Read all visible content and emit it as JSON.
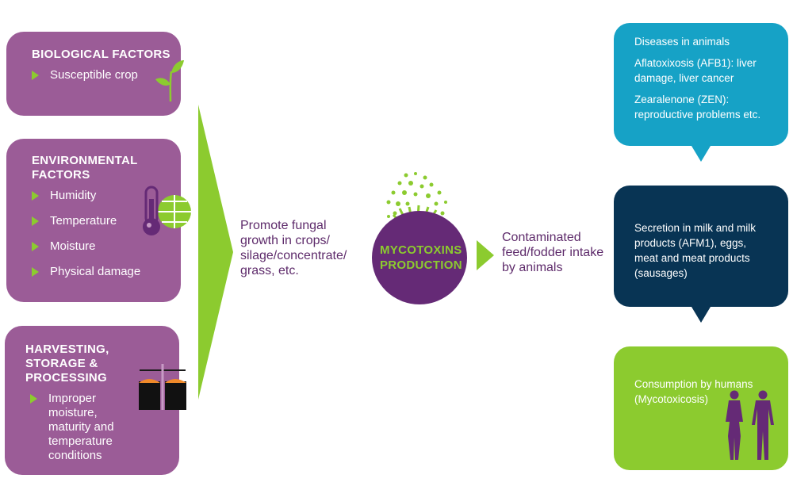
{
  "factors": [
    {
      "title": "BIOLOGICAL FACTORS",
      "items": [
        "Susceptible crop"
      ],
      "icon": "sprout-icon"
    },
    {
      "title": "ENVIRONMENTAL FACTORS",
      "items": [
        "Humidity",
        "Temperature",
        "Moisture",
        "Physical damage"
      ],
      "icon": "thermometer-globe-icon"
    },
    {
      "title": "HARVESTING, STORAGE & PROCESSING",
      "items": [
        "Improper moisture, maturity and temperature conditions"
      ],
      "icon": "storage-bins-icon"
    }
  ],
  "flow": {
    "promote": "Promote fungal growth in crops/ silage/concentrate/ grass, etc.",
    "production": "MYCOTOXINS PRODUCTION",
    "intake": "Contaminated feed/fodder intake by animals"
  },
  "outcomes": {
    "diseases": {
      "heading": "Diseases in animals",
      "lines": [
        "Aflatoxixosis (AFB1): liver damage, liver cancer",
        "Zearalenone (ZEN): reproductive problems etc."
      ]
    },
    "secretion": "Secretion in milk and milk products (AFM1), eggs, meat and meat products (sausages)",
    "consumption": "Consumption by humans (Mycotoxicosis)"
  },
  "colors": {
    "factor_box": "#9b5c97",
    "accent_green": "#8ccb2f",
    "dark_purple": "#652a76",
    "teal": "#16a2c6",
    "navy": "#083454",
    "lime": "#8ccb2f"
  }
}
